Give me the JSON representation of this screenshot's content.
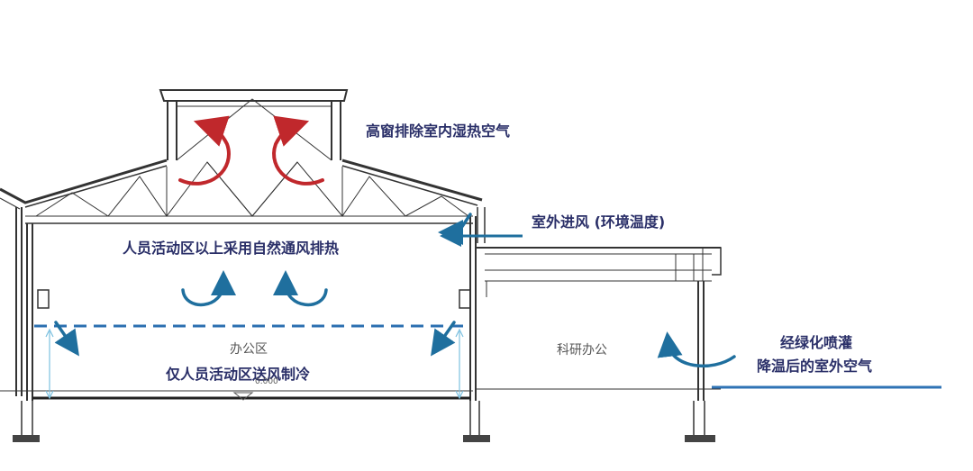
{
  "labels": {
    "clerestory": "高窗排除室内湿热空气",
    "outdoor_intake": "室外进风 (环境温度)",
    "upper_zone": "人员活动区以上采用自然通风排热",
    "lower_zone": "仅人员活动区送风制冷",
    "office_room": "办公区",
    "research_room": "科研办公",
    "cooled_air_line1": "经绿化喷灌",
    "cooled_air_line2": "降温后的室外空气",
    "elevation_mark": "0.000"
  },
  "colors": {
    "hot_air_arrow": "#c0282c",
    "natural_vent_arrow": "#1f6f9e",
    "supply_line": "#2b6fb0",
    "text": "#2a2f68",
    "ground_line": "#2f73b5"
  }
}
